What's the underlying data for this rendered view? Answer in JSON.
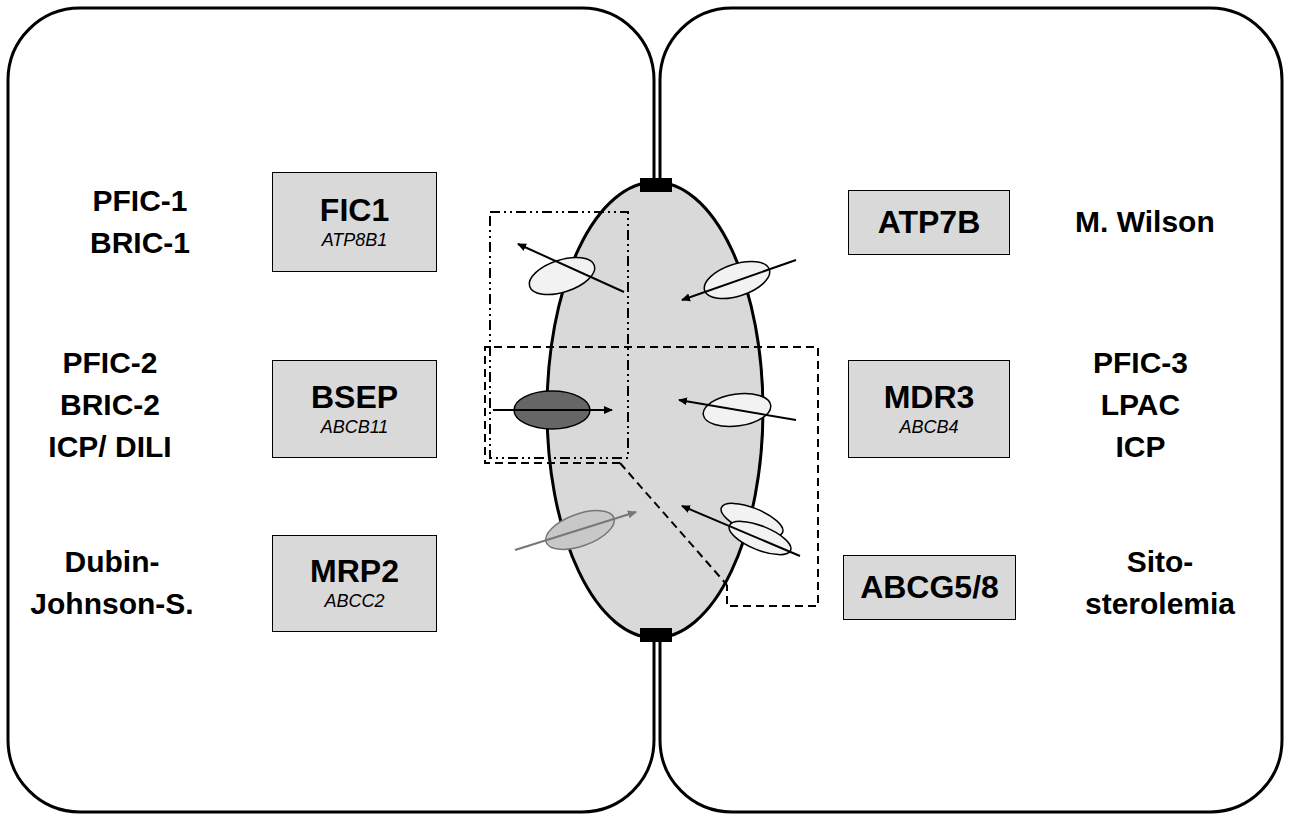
{
  "diagram": {
    "nodes": [
      {
        "text": [
          "FIC1",
          "ATP8B1"
        ]
      },
      {
        "text": [
          "ATP7B"
        ]
      },
      {
        "text": [
          "BSEP",
          "ABCB11"
        ]
      },
      {
        "text": [
          "MDR3",
          "ABCB4"
        ]
      },
      {
        "text": [
          "MRP2",
          "ABCC2"
        ]
      },
      {
        "text": [
          "ABCG5/8"
        ]
      }
    ],
    "labels": [
      "PFIC-1 BRIC-1",
      "M. Wilson",
      "PFIC-2 BRIC-2 ICP/ DILI",
      "PFIC-3 LPAC ICP",
      "Dubin- Johnson-S.",
      "Sito- sterolemia"
    ]
  }
}
